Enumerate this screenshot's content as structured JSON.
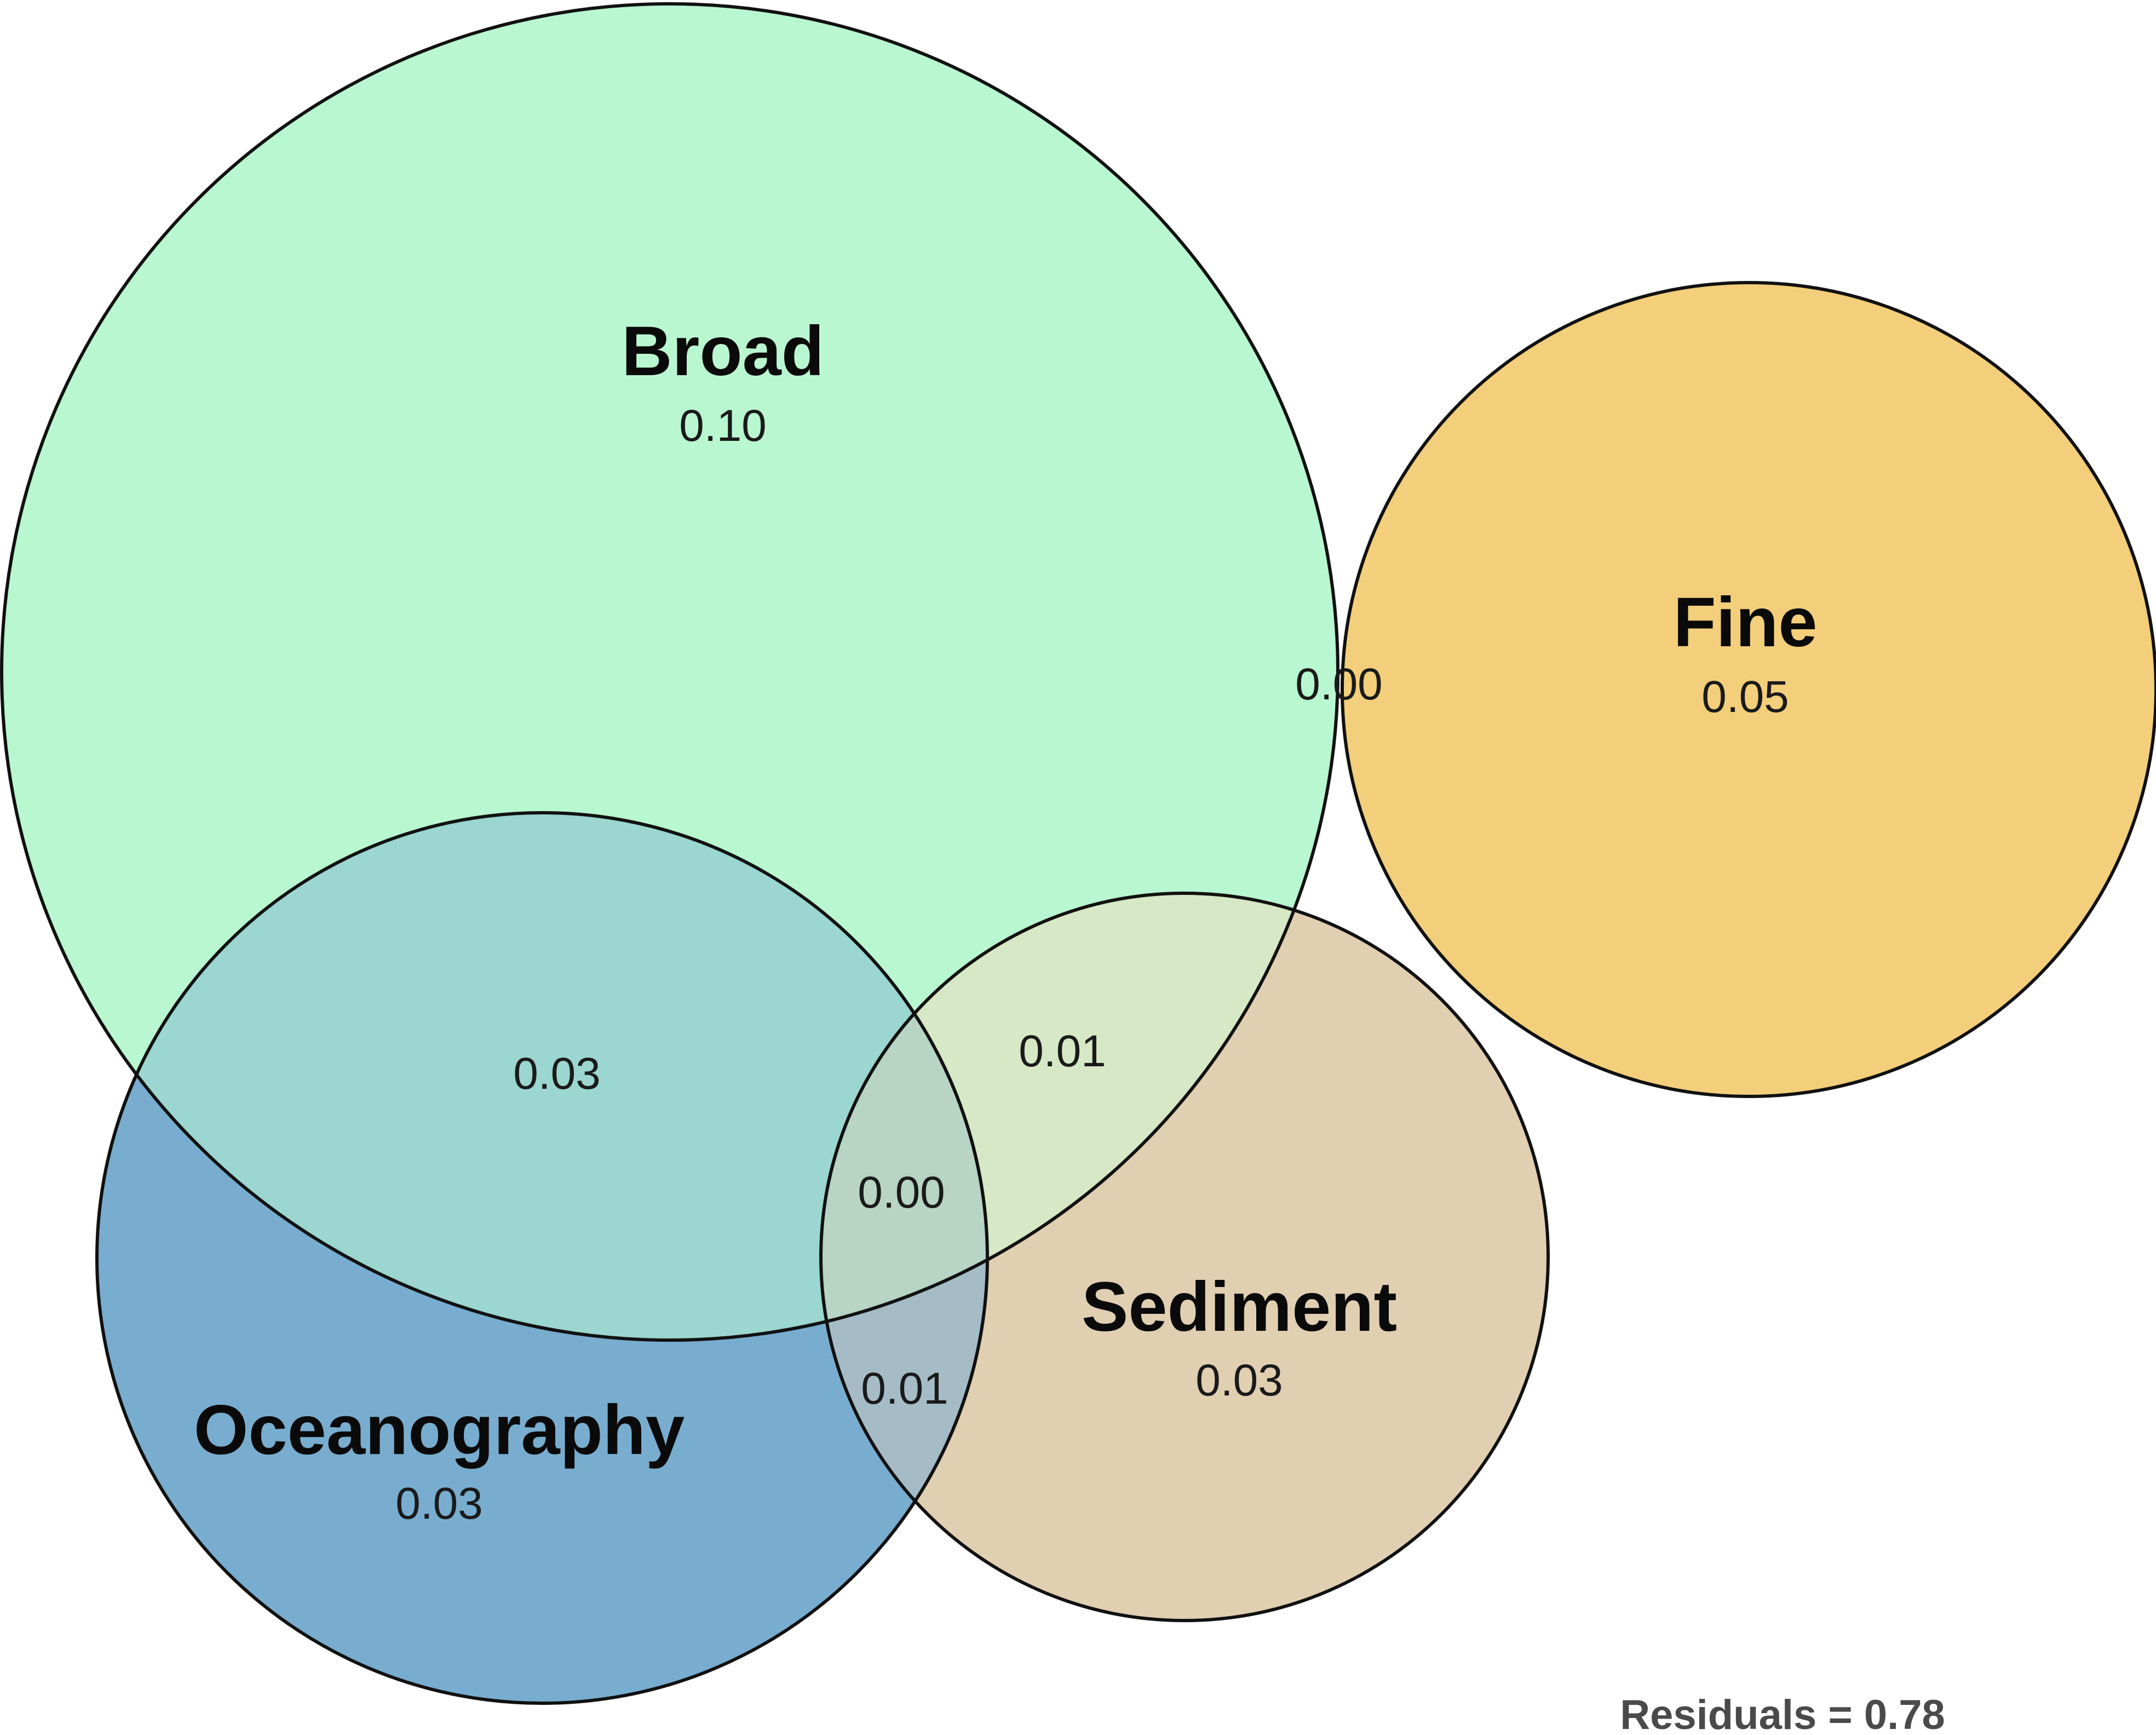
{
  "sets": {
    "broad": {
      "label": "Broad",
      "value": "0.10",
      "color": "#b9f7d0"
    },
    "fine": {
      "label": "Fine",
      "value": "0.05",
      "color": "#f3cf7b"
    },
    "oceanography": {
      "label": "Oceanography",
      "value": "0.03",
      "color": "#78adcf"
    },
    "sediment": {
      "label": "Sediment",
      "value": "0.03",
      "color": "#e1cfb2"
    }
  },
  "overlaps": {
    "broad_fine": "0.00",
    "broad_oceanography": "0.03",
    "broad_sediment": "0.01",
    "broad_oceanography_sediment": "0.00",
    "oceanography_sediment": "0.01"
  },
  "overlap_colors": {
    "broad_oceanography": "#9bd6d0",
    "broad_sediment": "#d6e8c5",
    "broad_oceanography_sediment": "#b7d4c4",
    "oceanography_sediment": "#a5bcc6"
  },
  "residuals": "Residuals = 0.78"
}
